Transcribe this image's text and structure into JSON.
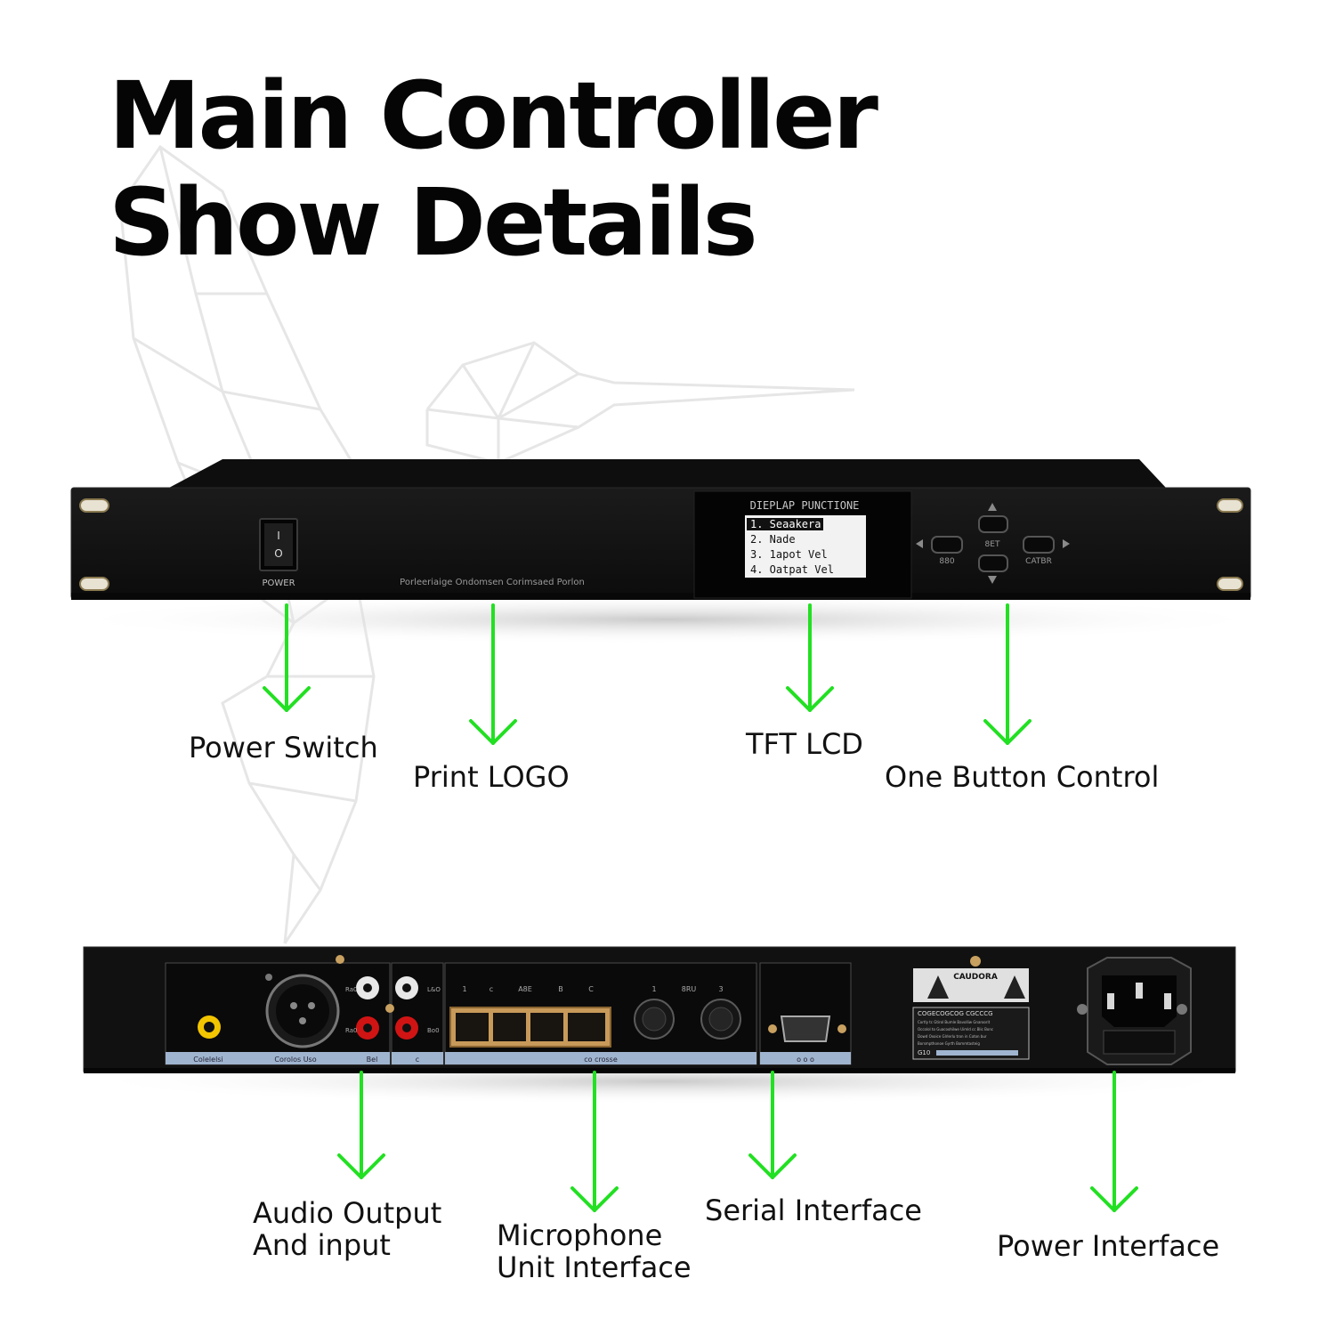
{
  "title": {
    "line1": "Main Controller",
    "line2": "Show Details"
  },
  "front_panel": {
    "power_label": "POWER",
    "switch_on_mark": "I",
    "switch_off_mark": "O",
    "logo_text": "Porleeriaige Ondomsen Corimsaed Porlon",
    "lcd": {
      "header": "DIEPLAP PUNCTIONE",
      "items": [
        "1. Seaakera",
        "2. Nade",
        "3. 1apot Vel",
        "4. Oatpat Vel"
      ]
    },
    "buttons": {
      "set": "8ET",
      "left": "880",
      "right": "CATBR"
    }
  },
  "back_panel": {
    "strip_labels": [
      "Colelelsi",
      "Corolos Uso",
      "Bel",
      "c",
      "co crosse",
      "o o o"
    ],
    "rca_labels": [
      "Ra0",
      "Ra0",
      "L&O",
      "Bo0"
    ],
    "mic_labels": [
      "1",
      "c",
      "A8E",
      "B",
      "C",
      "1",
      "8RU",
      "3"
    ],
    "caution_title": "CAUDORA",
    "caution_body": [
      "COGECOGCOG CGCCCG",
      "Cortly tc Gtirol Bumle Bavolliw Gnaroorit",
      "Occolol to Guacoohilwe Uimld cc Blic Bonc",
      "Dowd Oxoice Glrlerlu tron in Coton bur",
      "Borsmpthonoe Gyrth Bommtasteig",
      "G10"
    ]
  },
  "callouts": {
    "power_switch": "Power Switch",
    "print_logo": "Print LOGO",
    "tft_lcd": "TFT LCD",
    "one_button_control": "One Button Control",
    "audio_output_line1": "Audio Output",
    "audio_output_line2": "And input",
    "microphone_line1": "Microphone",
    "microphone_line2": "Unit Interface",
    "serial_interface": "Serial Interface",
    "power_interface": "Power Interface"
  },
  "colors": {
    "arrow_green": "#22e022",
    "device_black": "#141414",
    "panel_blue": "#9fb4cf",
    "rca_red": "#d01414",
    "jack_yellow": "#f2c500",
    "rj45_gold": "#c89a5a"
  }
}
